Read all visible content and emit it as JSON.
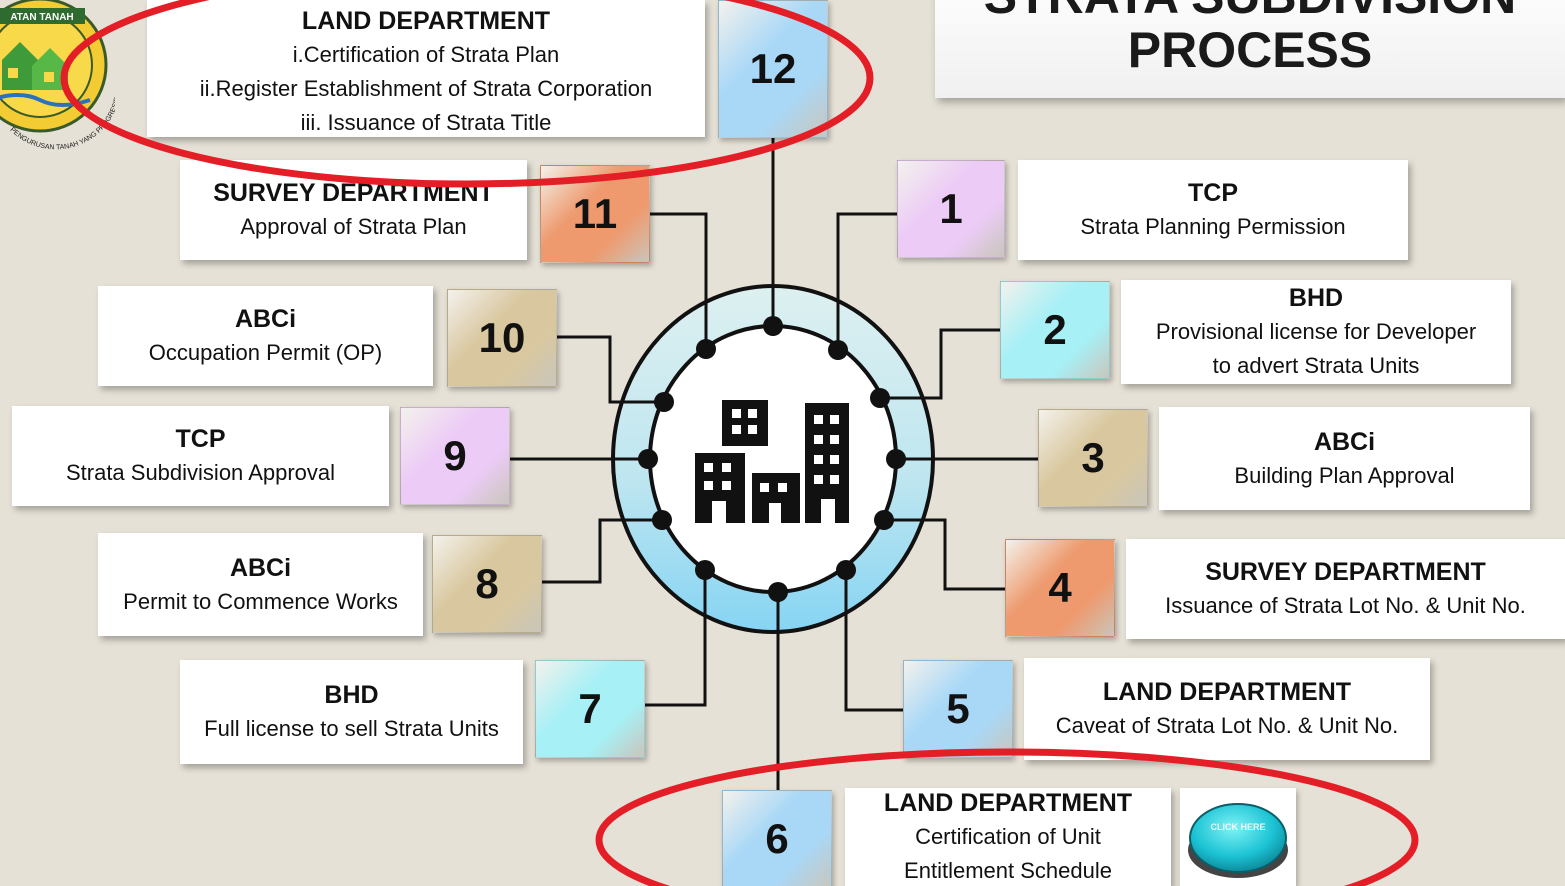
{
  "title": {
    "line1": "STRATA SUBDIVISION",
    "line2": "PROCESS"
  },
  "logo": {
    "text_left": "ATAN TANAH",
    "text_ring": "PENGURUSAN TANAH YANG PROGRESIF"
  },
  "click_button": {
    "label": "CLICK HERE"
  },
  "colors": {
    "pink": "#eccbf6",
    "cyan": "#a6f0f6",
    "tan": "#d9c89f",
    "orange": "#ee9a6e",
    "blue": "#a9d8f7",
    "highlight": "#e41e26",
    "ring_top": "#ddf0f0",
    "ring_bottom": "#8dd7f3"
  },
  "steps": [
    {
      "n": "1",
      "dept": "TCP",
      "lines": [
        "Strata Planning Permission"
      ],
      "color": "pink"
    },
    {
      "n": "2",
      "dept": "BHD",
      "lines": [
        "Provisional license for Developer",
        "to advert Strata Units"
      ],
      "color": "cyan"
    },
    {
      "n": "3",
      "dept": "ABCi",
      "lines": [
        "Building Plan Approval"
      ],
      "color": "tan"
    },
    {
      "n": "4",
      "dept": "SURVEY DEPARTMENT",
      "lines": [
        "Issuance of Strata Lot No. & Unit No."
      ],
      "color": "orange"
    },
    {
      "n": "5",
      "dept": "LAND DEPARTMENT",
      "lines": [
        "Caveat of Strata Lot No. & Unit No."
      ],
      "color": "blue"
    },
    {
      "n": "6",
      "dept": "LAND DEPARTMENT",
      "lines": [
        "Certification of Unit",
        "Entitlement Schedule"
      ],
      "color": "blue"
    },
    {
      "n": "7",
      "dept": "BHD",
      "lines": [
        "Full license to sell Strata Units"
      ],
      "color": "cyan"
    },
    {
      "n": "8",
      "dept": "ABCi",
      "lines": [
        "Permit to Commence Works"
      ],
      "color": "tan"
    },
    {
      "n": "9",
      "dept": "TCP",
      "lines": [
        "Strata Subdivision Approval"
      ],
      "color": "pink"
    },
    {
      "n": "10",
      "dept": "ABCi",
      "lines": [
        "Occupation Permit (OP)"
      ],
      "color": "tan"
    },
    {
      "n": "11",
      "dept": "SURVEY DEPARTMENT",
      "lines": [
        "Approval of Strata Plan"
      ],
      "color": "orange"
    },
    {
      "n": "12",
      "dept": "LAND DEPARTMENT",
      "lines": [
        "i.Certification of Strata Plan",
        "ii.Register Establishment of Strata Corporation",
        "iii. Issuance of Strata Title"
      ],
      "color": "blue"
    }
  ]
}
